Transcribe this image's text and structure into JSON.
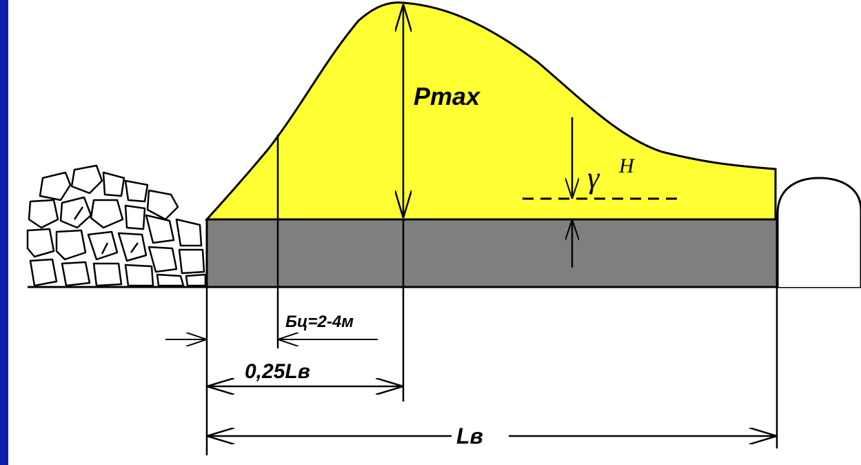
{
  "diagram": {
    "labels": {
      "p_max": "Pmax",
      "gamma": "γ",
      "h": "H",
      "b_c": "Бц=2-4м",
      "quarter_length": "0,25Lв",
      "length": "Lв"
    },
    "colors": {
      "side_bar": "#0a1fb0",
      "pressure_fill": "#ffff33",
      "support_fill": "#7f7f7f",
      "line": "#000000",
      "background": "#ffffff"
    }
  }
}
